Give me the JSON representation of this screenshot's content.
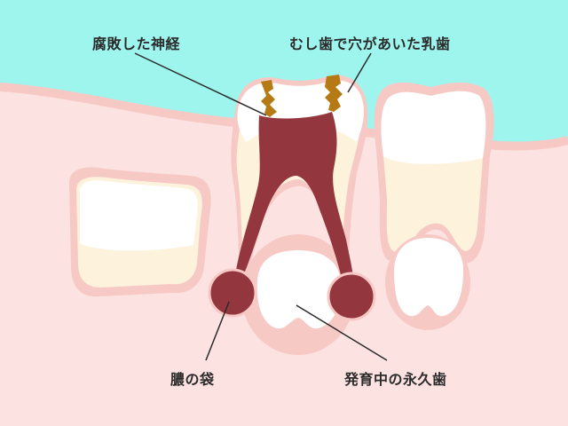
{
  "labels": {
    "decayed_nerve": "腐敗した神経",
    "decayed_baby_tooth": "むし歯で穴があいた乳歯",
    "pus_sac": "膿の袋",
    "developing_permanent_tooth": "発育中の永久歯"
  },
  "colors": {
    "background": "#ffffff",
    "mouth_cavity": "#9ef5ee",
    "gum": "#fde2e2",
    "gum_outline": "#f7c9c5",
    "enamel": "#ffffff",
    "dentin": "#fdf2dc",
    "nerve": "#93363d",
    "decay": "#b57a13",
    "leader_line": "#2b2b2b"
  }
}
